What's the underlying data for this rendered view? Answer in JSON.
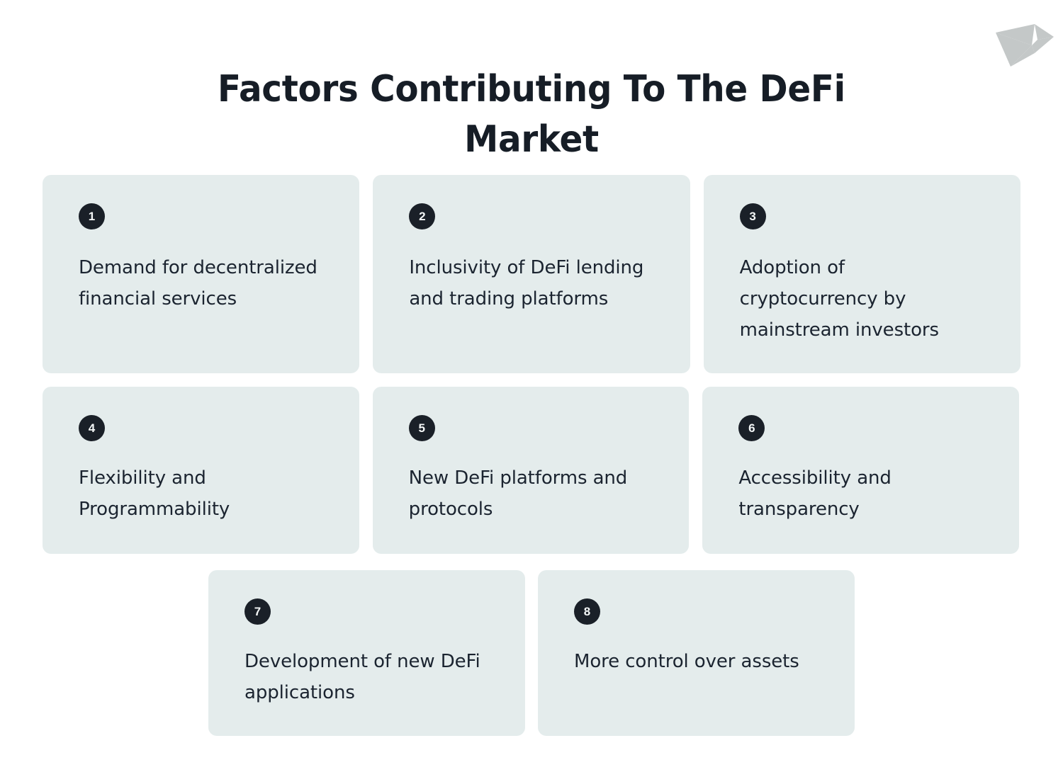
{
  "page": {
    "title_line_1": "Factors Contributing To The DeFi",
    "title_line_2": "Market",
    "title_full": "Factors Contributing To The DeFi Market",
    "background_color": "#ffffff"
  },
  "logo": {
    "name": "origami-bird-logo",
    "color": "#c4c8c8"
  },
  "theme": {
    "card_background": "#e4ecec",
    "badge_background": "#1a2028",
    "badge_text_color": "#f4f7f7",
    "body_text_color": "#1b2430",
    "title_color": "#161d26"
  },
  "cards": [
    {
      "number": "1",
      "text": "Demand for decentralized financial services"
    },
    {
      "number": "2",
      "text": "Inclusivity of DeFi lending and trading platforms"
    },
    {
      "number": "3",
      "text": "Adoption of cryptocurrency by mainstream investors"
    },
    {
      "number": "4",
      "text": "Flexibility and Programmability"
    },
    {
      "number": "5",
      "text": "New DeFi platforms and protocols"
    },
    {
      "number": "6",
      "text": "Accessibility and transparency"
    },
    {
      "number": "7",
      "text": "Development of new DeFi applications"
    },
    {
      "number": "8",
      "text": "More control over assets"
    }
  ]
}
